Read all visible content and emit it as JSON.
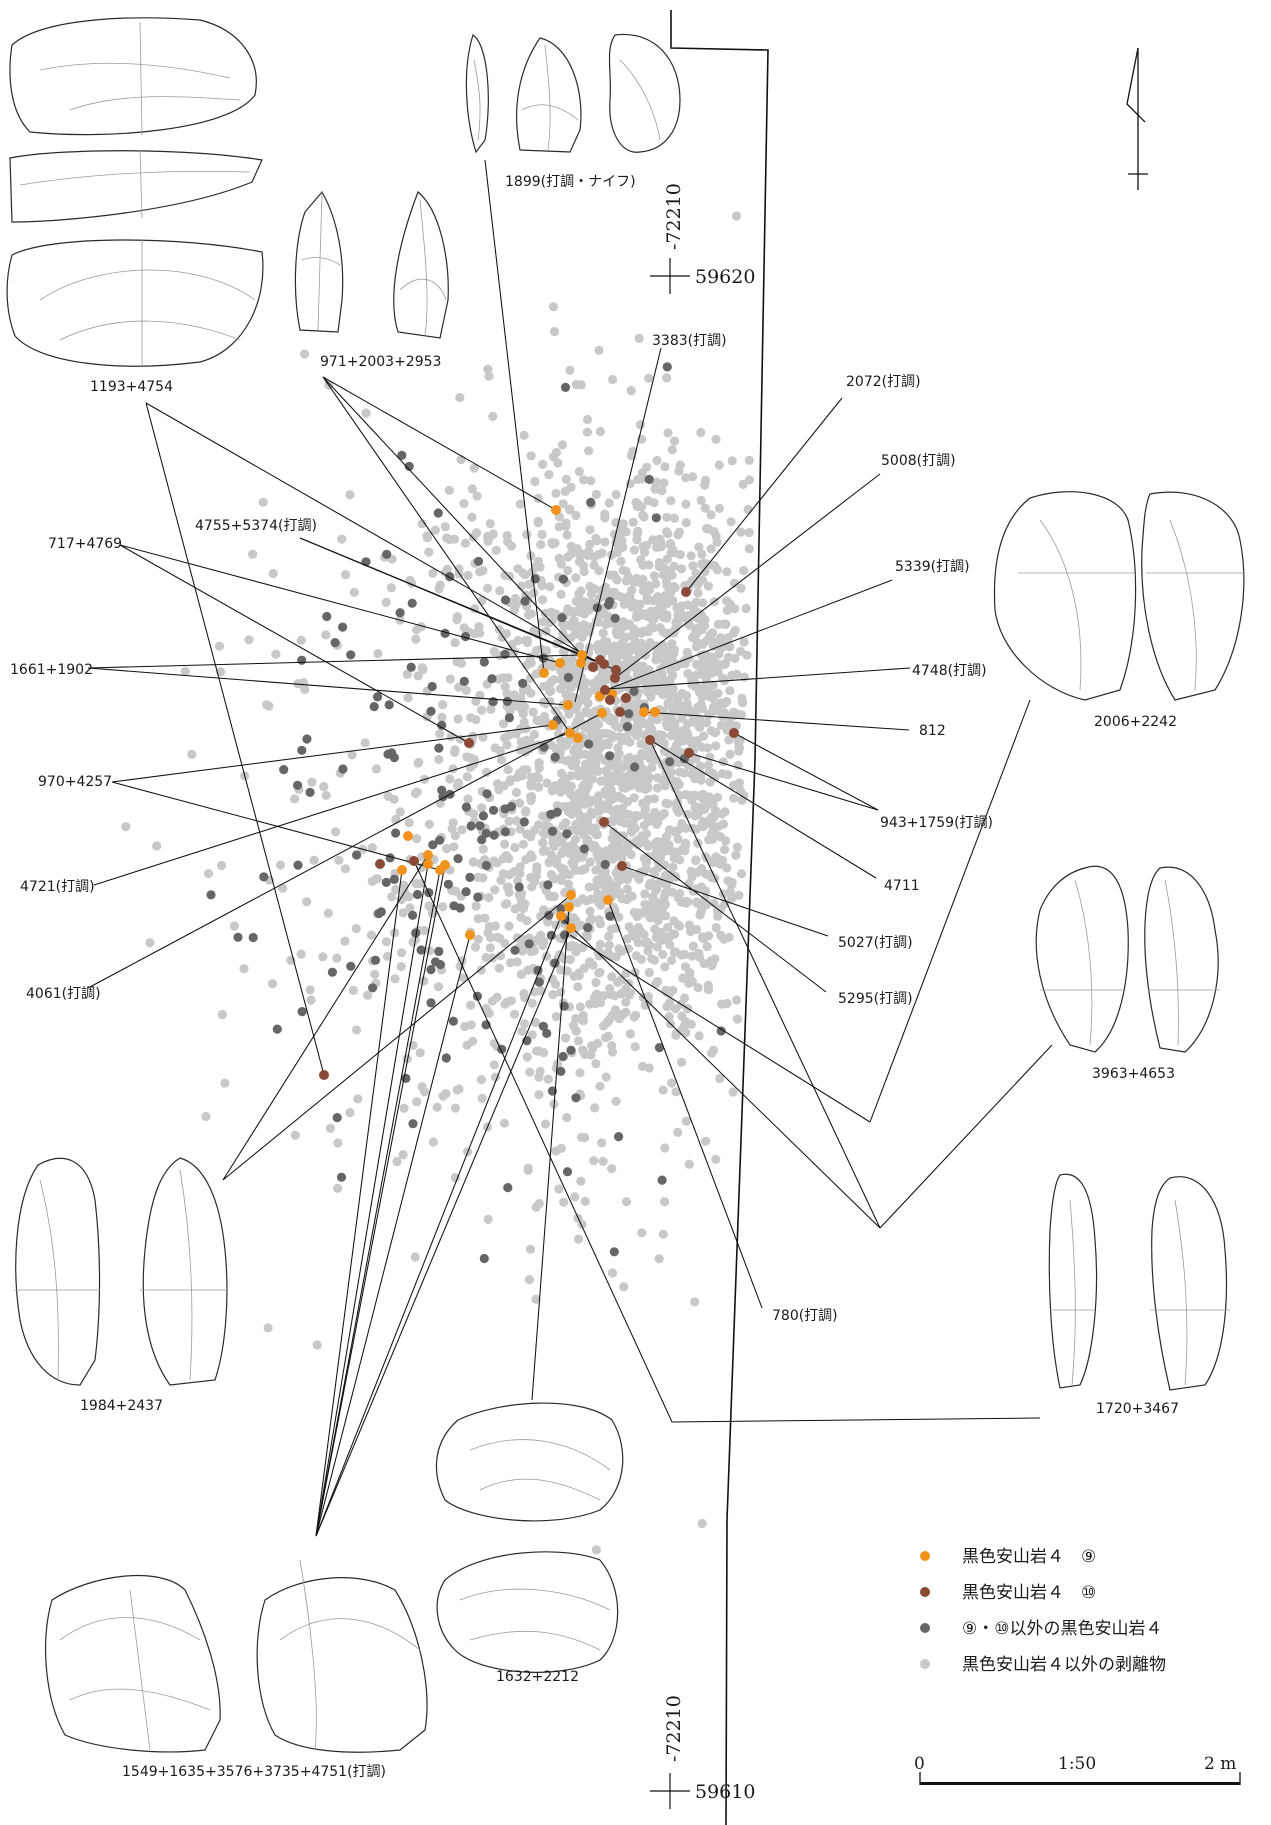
{
  "artifact_labels": [
    {
      "id": "a1193",
      "text": "1193+4754"
    },
    {
      "id": "a971",
      "text": "971+2003+2953"
    },
    {
      "id": "a1899",
      "text": "1899(打調・ナイフ)"
    },
    {
      "id": "a2006",
      "text": "2006+2242"
    },
    {
      "id": "a3963",
      "text": "3963+4653"
    },
    {
      "id": "a1720",
      "text": "1720+3467"
    },
    {
      "id": "a1984",
      "text": "1984+2437"
    },
    {
      "id": "a1632",
      "text": "1632+2212"
    },
    {
      "id": "a1549",
      "text": "1549+1635+3576+3735+4751(打調)"
    }
  ],
  "point_labels": [
    {
      "id": "p3383",
      "text": "3383(打調)"
    },
    {
      "id": "p2072",
      "text": "2072(打調)"
    },
    {
      "id": "p5008",
      "text": "5008(打調)"
    },
    {
      "id": "p5339",
      "text": "5339(打調)"
    },
    {
      "id": "p4755",
      "text": "4755+5374(打調)"
    },
    {
      "id": "p717",
      "text": "717+4769"
    },
    {
      "id": "p1661",
      "text": "1661+1902"
    },
    {
      "id": "p4748",
      "text": "4748(打調)"
    },
    {
      "id": "p812",
      "text": "812"
    },
    {
      "id": "p970",
      "text": "970+4257"
    },
    {
      "id": "p943",
      "text": "943+1759(打調)"
    },
    {
      "id": "p4721",
      "text": "4721(打調)"
    },
    {
      "id": "p4711",
      "text": "4711"
    },
    {
      "id": "p5027",
      "text": "5027(打調)"
    },
    {
      "id": "p5295",
      "text": "5295(打調)"
    },
    {
      "id": "p4061",
      "text": "4061(打調)"
    },
    {
      "id": "p780",
      "text": "780(打調)"
    }
  ],
  "grid_coords": {
    "top": {
      "x": "-72210",
      "y": "59620"
    },
    "bottom": {
      "x": "-72210",
      "y": "59610"
    }
  },
  "legend": [
    {
      "label": "黒色安山岩４　⑨",
      "color": "#f0921c"
    },
    {
      "label": "黒色安山岩４　⑩",
      "color": "#8a4a35"
    },
    {
      "label": "⑨・⑩以外の黒色安山岩４",
      "color": "#666666"
    },
    {
      "label": "黒色安山岩４以外の剥離物",
      "color": "#c8c8c8"
    }
  ],
  "scale": {
    "start": "0",
    "ratio": "1:50",
    "end": "2 m"
  },
  "colors": {
    "group9": "#f0921c",
    "group10": "#8a4a35",
    "other_andesite": "#666666",
    "other_flakes": "#c8c8c8"
  },
  "icons": [
    "north-arrow-icon"
  ]
}
